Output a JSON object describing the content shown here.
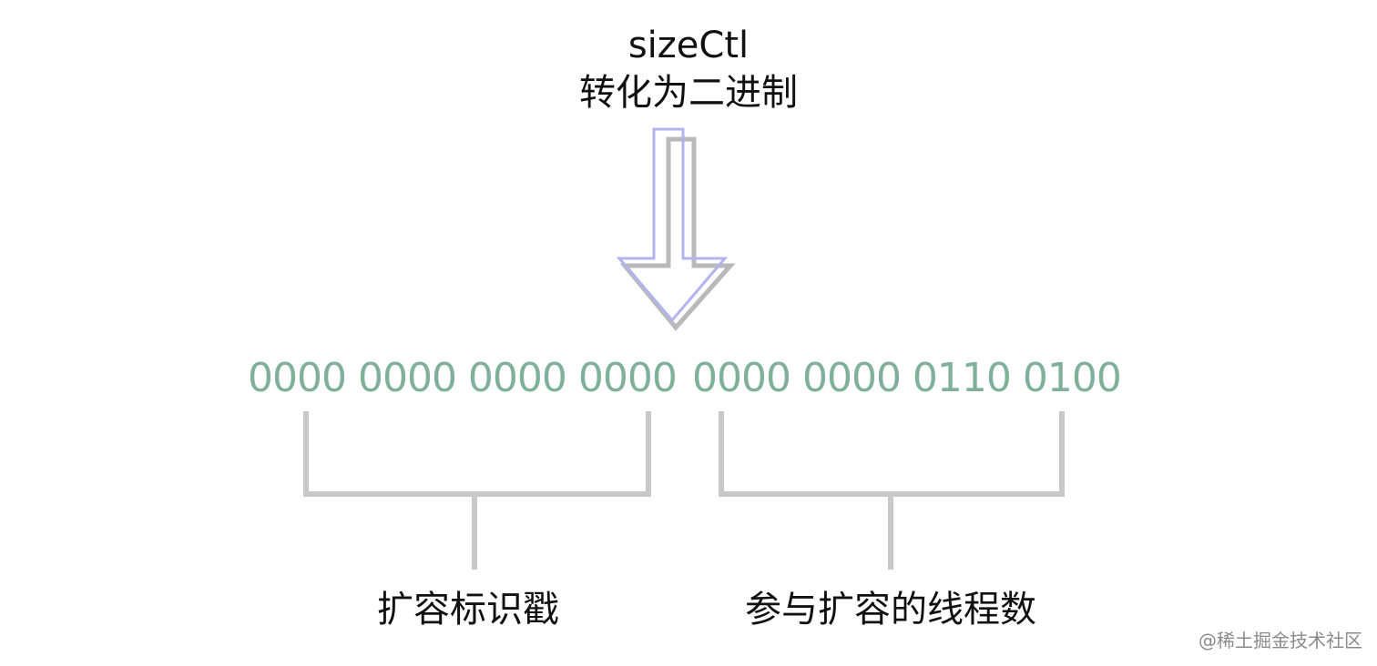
{
  "title": {
    "line1": "sizeCtl",
    "line2": "转化为二进制"
  },
  "binary": {
    "high": "0000 0000 0000 0000",
    "low": "0000 0000 0110 0100"
  },
  "labels": {
    "high": "扩容标识戳",
    "low": "参与扩容的线程数"
  },
  "watermark": "@稀土掘金技术社区",
  "colors": {
    "binary_text": "#7fb09a",
    "bracket": "#c8c8c8",
    "arrow_front": "#b3b3ee",
    "arrow_shadow": "#b9b9b9",
    "text": "#111111"
  }
}
